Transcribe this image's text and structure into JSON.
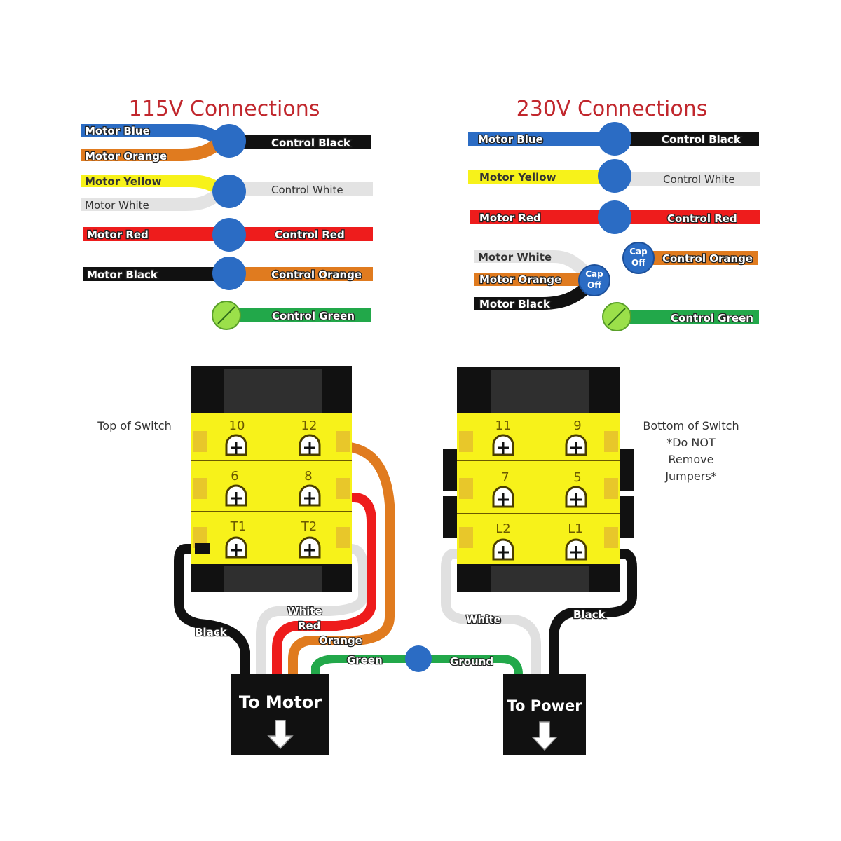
{
  "diagram": {
    "left_panel": {
      "title": "115V Connections",
      "wires": {
        "motor_blue": "Motor Blue",
        "motor_orange": "Motor Orange",
        "control_black": "Control Black",
        "motor_yellow": "Motor Yellow",
        "motor_white": "Motor White",
        "control_white": "Control White",
        "motor_red": "Motor Red",
        "control_red": "Control Red",
        "motor_black": "Motor Black",
        "control_orange": "Control Orange",
        "control_green": "Control Green"
      }
    },
    "right_panel": {
      "title": "230V Connections",
      "wires": {
        "motor_blue": "Motor Blue",
        "control_black": "Control Black",
        "motor_yellow": "Motor Yellow",
        "control_white": "Control White",
        "motor_red": "Motor Red",
        "control_red": "Control Red",
        "motor_white": "Motor White",
        "motor_orange": "Motor Orange",
        "motor_black": "Motor Black",
        "control_orange": "Control Orange",
        "control_green": "Control Green"
      },
      "cap_off_1": [
        "Cap",
        "Off"
      ],
      "cap_off_2": [
        "Cap",
        "Off"
      ]
    },
    "top_switch": {
      "label": "Top of Switch",
      "terminals": [
        "10",
        "12",
        "6",
        "8",
        "T1",
        "T2"
      ],
      "wires": {
        "black": "Black",
        "white": "White",
        "red": "Red",
        "orange": "Orange"
      }
    },
    "bottom_switch": {
      "label_lines": [
        "Bottom of Switch",
        "*Do NOT",
        "Remove",
        "Jumpers*"
      ],
      "terminals": [
        "11",
        "9",
        "7",
        "5",
        "L2",
        "L1"
      ],
      "wires": {
        "white": "White",
        "black": "Black"
      }
    },
    "ground": {
      "green": "Green",
      "ground": "Ground"
    },
    "to_motor": "To Motor",
    "to_power": "To Power",
    "colors": {
      "blue": "#2b6cc4",
      "orange": "#e07b1f",
      "black": "#111111",
      "yellow": "#f7f21a",
      "white_wire": "#e3e3e3",
      "red": "#ee1c1c",
      "green": "#22a84a",
      "title": "#c1272d"
    }
  }
}
